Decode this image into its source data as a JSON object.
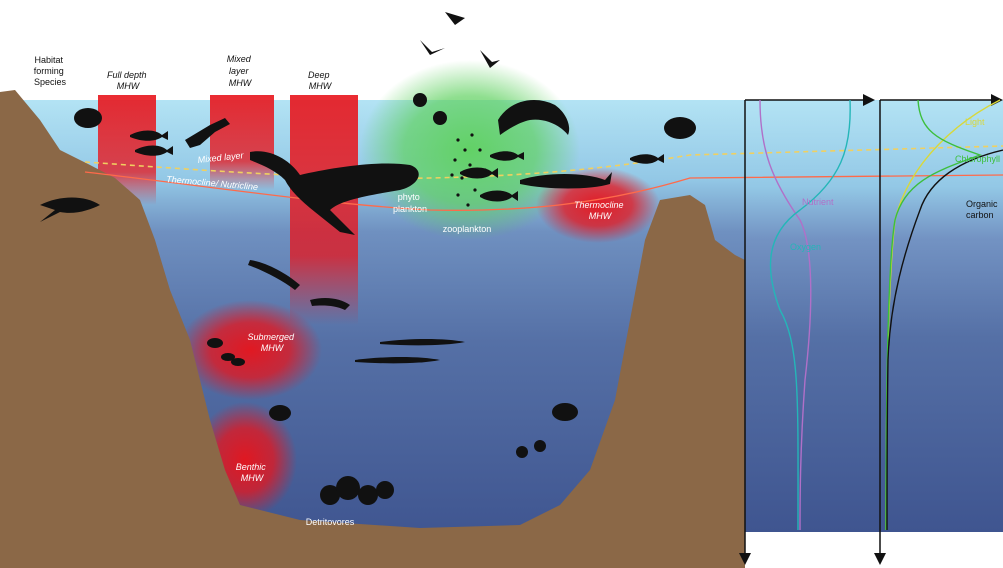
{
  "labels": {
    "habitat": [
      "Habitat",
      "forming",
      "Species"
    ],
    "full_depth": [
      "Full depth",
      "MHW"
    ],
    "mixed_layer_mhw": [
      "Mixed",
      "layer",
      "MHW"
    ],
    "deep": [
      "Deep",
      "MHW"
    ],
    "mixed_layer": "Mixed layer",
    "thermocline_nutricline": "Thermocline/ Nutricline",
    "phytoplankton": [
      "phyto",
      "plankton"
    ],
    "zooplankton": "zooplankton",
    "thermocline_mhw": [
      "Thermocline",
      "MHW"
    ],
    "submerged": [
      "Submerged",
      "MHW"
    ],
    "benthic": [
      "Benthic",
      "MHW"
    ],
    "detritovores": "Detritovores"
  },
  "profiles": {
    "nutrient": "Nutrient",
    "oxygen": "Oxygen",
    "light": "Light",
    "chlorophyll": "Chlorophyll",
    "organic_carbon": [
      "Organic",
      "carbon"
    ]
  },
  "colors": {
    "sky": "#a9def2",
    "ocean_top": "#7fa9cf",
    "ocean_mid": "#5b78aa",
    "ocean_deep": "#3f5590",
    "land": "#8b6847",
    "mhw": "#e8141b",
    "bloom": "#5fd15f",
    "nutrient": "#b070c8",
    "oxygen": "#24b6b8",
    "light": "#d8d83a",
    "chlorophyll": "#3cbf3c",
    "carbon": "#111111"
  }
}
